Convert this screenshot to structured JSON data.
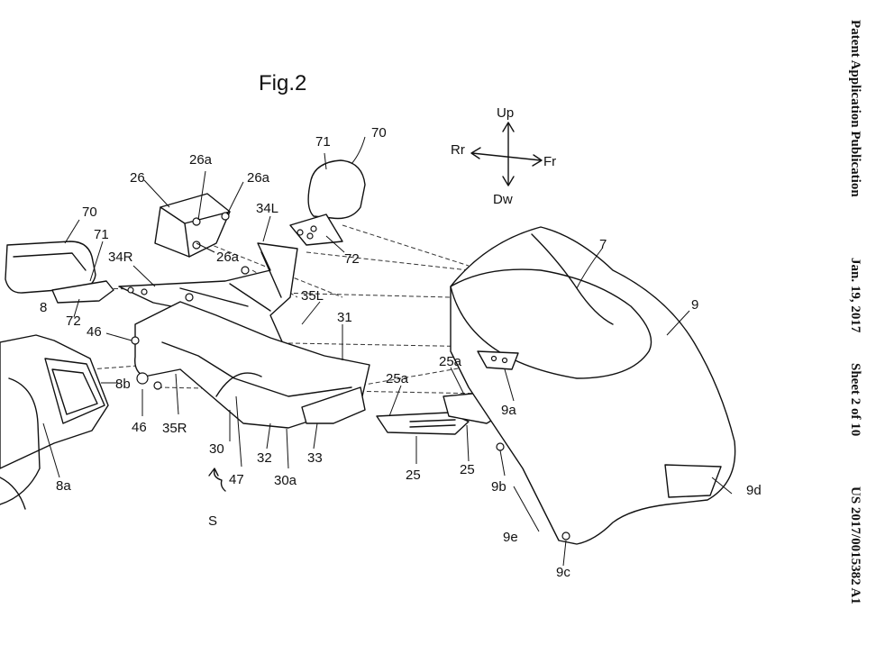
{
  "figure": {
    "title": "Fig.2"
  },
  "header": {
    "publication": "Patent Application Publication",
    "date": "Jan. 19, 2017",
    "sheet": "Sheet 2 of 10",
    "number": "US 2017/0015382 A1"
  },
  "orientation": {
    "up": "Up",
    "down": "Dw",
    "rear": "Rr",
    "front": "Fr"
  },
  "labels": {
    "l7": "7",
    "l9": "9",
    "l9a": "9a",
    "l9b": "9b",
    "l9c": "9c",
    "l9d": "9d",
    "l9e": "9e",
    "l8": "8",
    "l8a": "8a",
    "l8b": "8b",
    "l70_left": "70",
    "l71_left": "71",
    "l72_left": "72",
    "l70_right": "70",
    "l71_right": "71",
    "l72_right": "72",
    "l26": "26",
    "l26a_1": "26a",
    "l26a_2": "26a",
    "l26a_3": "26a",
    "l34L": "34L",
    "l34R": "34R",
    "l35L": "35L",
    "l35R": "35R",
    "l31": "31",
    "l30": "30",
    "l30a": "30a",
    "l32": "32",
    "l33": "33",
    "l46_1": "46",
    "l46_2": "46",
    "l47": "47",
    "l25_1": "25",
    "l25_2": "25",
    "l25a_1": "25a",
    "l25a_2": "25a",
    "lS": "S"
  }
}
